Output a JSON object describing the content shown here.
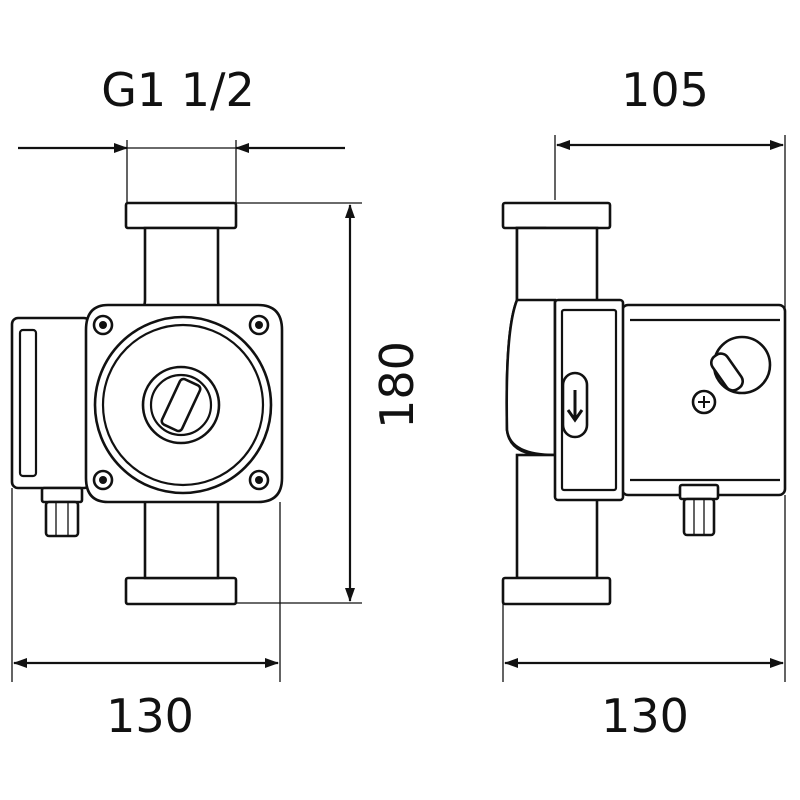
{
  "dimensions": {
    "connection_thread": "G1 1/2",
    "side_depth": "105",
    "height": "180",
    "front_width": "130",
    "side_width": "130"
  },
  "colors": {
    "line": "#111111",
    "background": "#ffffff"
  }
}
